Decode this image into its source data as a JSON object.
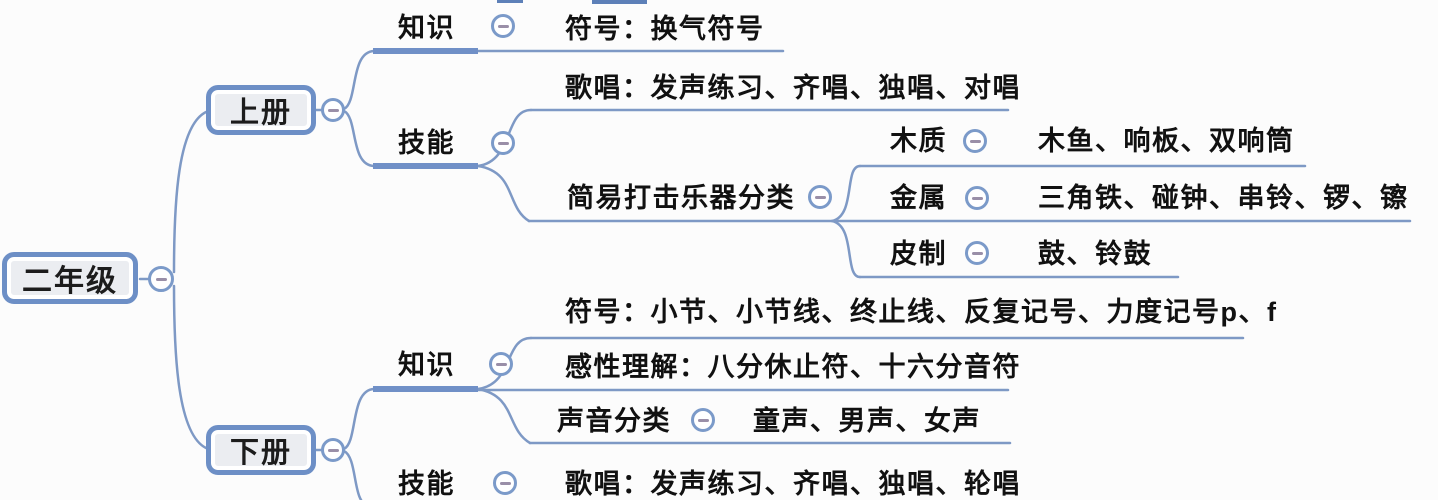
{
  "colors": {
    "connector_line": "#7e99c5",
    "topic_underline": "#7090c7",
    "node_border": "#6d8fc6",
    "node_fill": "#ebedf1",
    "text": "#1c1c1c",
    "collapse_dash": "#9a8fa8",
    "background": "#fcfcfc"
  },
  "collapse_icon": "minus-in-circle",
  "mindmap": {
    "root": {
      "label": "二年级",
      "children": [
        {
          "label": "上册",
          "children": [
            {
              "label": "知识",
              "children": [
                {
                  "label": "符号：换气符号"
                }
              ]
            },
            {
              "label": "技能",
              "children": [
                {
                  "label": "歌唱：发声练习、齐唱、独唱、对唱"
                },
                {
                  "label": "简易打击乐器分类",
                  "children": [
                    {
                      "label": "木质",
                      "children": [
                        {
                          "label": "木鱼、响板、双响筒"
                        }
                      ]
                    },
                    {
                      "label": "金属",
                      "children": [
                        {
                          "label": "三角铁、碰钟、串铃、锣、镲"
                        }
                      ]
                    },
                    {
                      "label": "皮制",
                      "children": [
                        {
                          "label": "鼓、铃鼓"
                        }
                      ]
                    }
                  ]
                }
              ]
            }
          ]
        },
        {
          "label": "下册",
          "children": [
            {
              "label": "知识",
              "children": [
                {
                  "label": "符号：小节、小节线、终止线、反复记号、力度记号p、f"
                },
                {
                  "label": "感性理解：八分休止符、十六分音符"
                },
                {
                  "label": "声音分类",
                  "children": [
                    {
                      "label": "童声、男声、女声"
                    }
                  ]
                }
              ]
            },
            {
              "label": "技能",
              "children": [
                {
                  "label": "歌唱：发声练习、齐唱、独唱、轮唱"
                }
              ]
            }
          ]
        }
      ]
    }
  }
}
